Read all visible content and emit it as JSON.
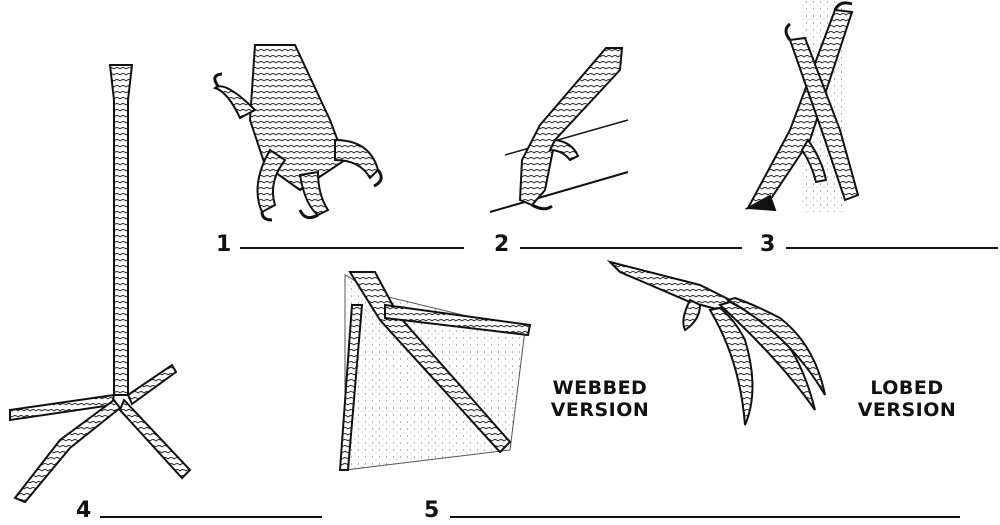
{
  "figures": [
    {
      "number": "1",
      "icon": "raptor-talon-foot-icon"
    },
    {
      "number": "2",
      "icon": "perching-foot-icon"
    },
    {
      "number": "3",
      "icon": "zygodactyl-climbing-foot-icon"
    },
    {
      "number": "4",
      "icon": "wading-foot-icon"
    },
    {
      "number": "5",
      "icon": "swimming-foot-icon"
    }
  ],
  "captions": {
    "webbed": {
      "line1": "WEBBED",
      "line2": "VERSION"
    },
    "lobed": {
      "line1": "LOBED",
      "line2": "VERSION"
    }
  },
  "colors": {
    "ink": "#111111",
    "paper": "#ffffff",
    "stipple": "#9a9a9a"
  }
}
